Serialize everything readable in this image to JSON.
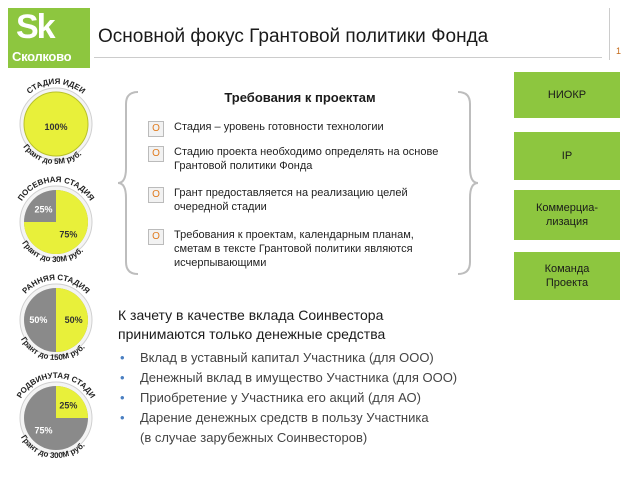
{
  "logo": {
    "mark": "Sk",
    "name": "Сколково"
  },
  "header": {
    "title": "Основной фокус Грантовой политики Фонда",
    "page_number": "1"
  },
  "stages": [
    {
      "name": "СТАДИЯ ИДЕИ",
      "grant": "Грант до 5М руб.",
      "fund_share": 100,
      "fund_label": "100%",
      "coinvestor_label": ""
    },
    {
      "name": "ПОСЕВНАЯ СТАДИЯ",
      "grant": "Грант до 30М руб.",
      "fund_share": 75,
      "fund_label": "75%",
      "coinvestor_label": "25%"
    },
    {
      "name": "РАННЯЯ СТАДИЯ",
      "grant": "Грант до 150М руб.",
      "fund_share": 50,
      "fund_label": "50%",
      "coinvestor_label": "50%"
    },
    {
      "name": "ПРОДВИНУТАЯ СТАДИЯ",
      "grant": "Грант до 300М руб.",
      "fund_share": 25,
      "fund_label": "25%",
      "coinvestor_label": "75%"
    }
  ],
  "requirements": {
    "title": "Требования к проектам",
    "marker": "O",
    "items": [
      "Стадия – уровень готовности технологии",
      "Стадию проекта необходимо определять на основе Грантовой политики Фонда",
      "Грант предоставляется на реализацию целей очередной стадии",
      "Требования к проектам, календарным планам, сметам в тексте Грантовой политики являются исчерпывающими"
    ]
  },
  "focus_areas": [
    {
      "line1": "НИОКР",
      "line2": ""
    },
    {
      "line1": "IP",
      "line2": ""
    },
    {
      "line1": "Коммерциа-",
      "line2": "лизация"
    },
    {
      "line1": "Команда",
      "line2": "Проекта"
    }
  ],
  "contribution": {
    "intro_line1": "К зачету в качестве вклада Соинвестора",
    "intro_line2": "принимаются только денежные средства",
    "bullet_glyph": "•",
    "bullets": [
      "Вклад в уставный капитал Участника (для ООО)",
      "Денежный вклад в имущество Участника (для ООО)",
      "Приобретение у Участника его акций (для АО)",
      "Дарение денежных средств в пользу Участника",
      "(в случае зарубежных Соинвесторов)"
    ]
  },
  "colors": {
    "brand_green": "#8dc63f",
    "fund_yellow": "#e8f03a",
    "coinvestor_gray": "#8a8a8a",
    "accent_orange": "#e07b1f",
    "bullet_blue": "#4a7fc1"
  }
}
